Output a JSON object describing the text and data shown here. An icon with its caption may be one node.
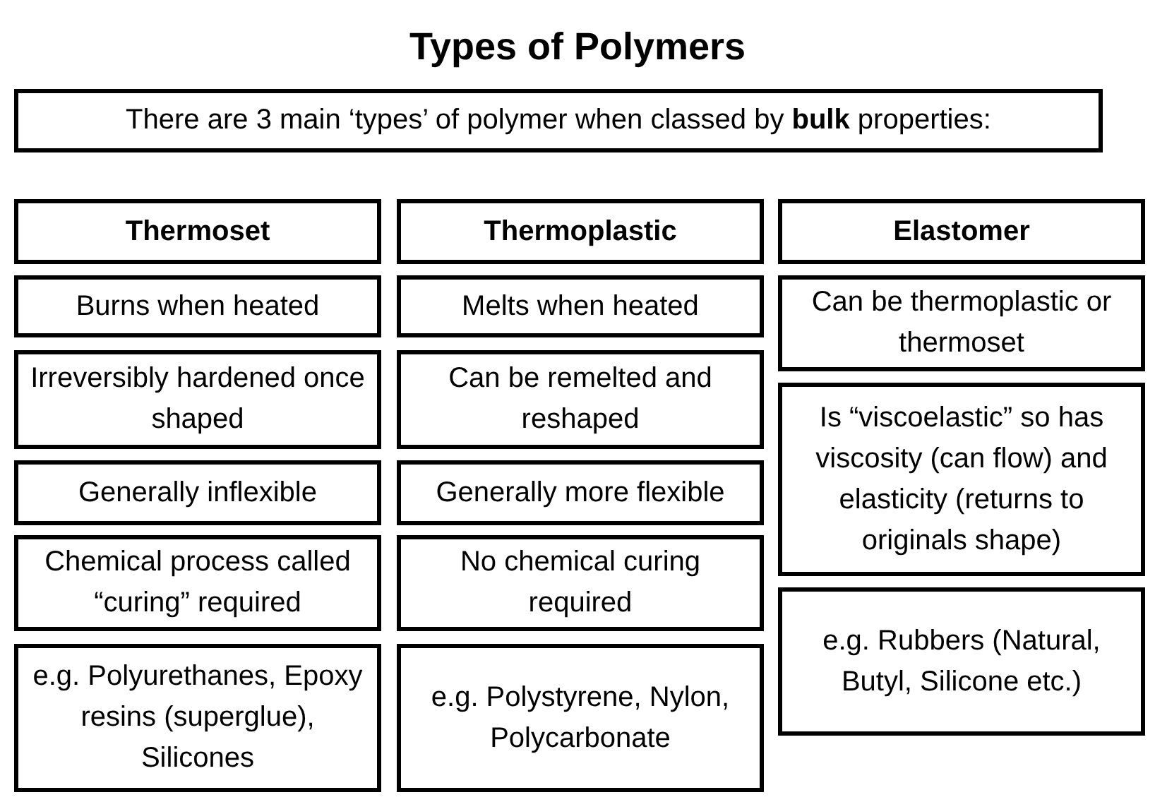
{
  "diagram": {
    "title": "Types of Polymers",
    "nodes": [
      {
        "text": [
          "There are 3 main ‘types’ of polymer when classed by **bulk** properties:"
        ]
      },
      {
        "text": [
          "Thermoset"
        ]
      },
      {
        "text": [
          "Thermoplastic"
        ]
      },
      {
        "text": [
          "Elastomer"
        ]
      },
      {
        "text": [
          "Burns when heated"
        ]
      },
      {
        "text": [
          "Melts when heated"
        ]
      },
      {
        "text": [
          "Can be thermoplastic or thermoset"
        ]
      },
      {
        "text": [
          "Irreversibly hardened once shaped"
        ]
      },
      {
        "text": [
          "Can be remelted and reshaped"
        ]
      },
      {
        "text": [
          "Is “viscoelastic” so has viscosity (can flow) and elasticity (returns to originals shape)"
        ]
      },
      {
        "text": [
          "Generally inflexible"
        ]
      },
      {
        "text": [
          "Generally more flexible"
        ]
      },
      {
        "text": [
          "Chemical process called “curing” required"
        ]
      },
      {
        "text": [
          "No chemical curing required"
        ]
      },
      {
        "text": [
          "e.g. Rubbers (Natural, Butyl, Silicone etc.)"
        ]
      },
      {
        "text": [
          "e.g. Polyurethanes, Epoxy resins (superglue), Silicones"
        ]
      },
      {
        "text": [
          "e.g. Polystyrene, Nylon, Polycarbonate"
        ]
      }
    ]
  }
}
